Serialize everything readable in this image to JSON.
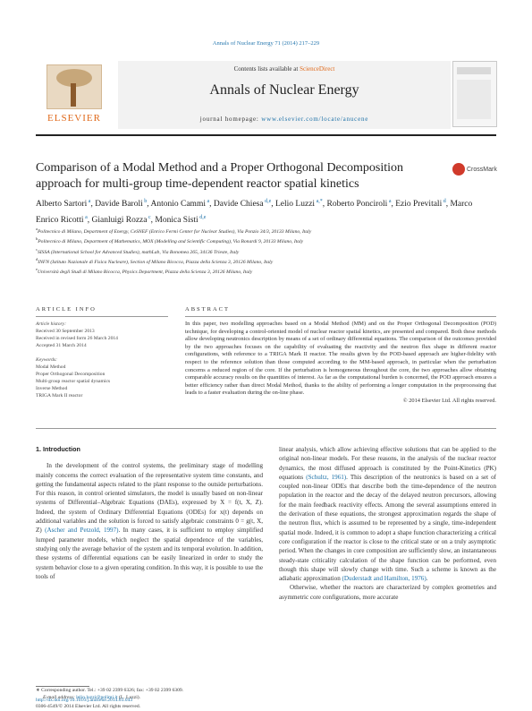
{
  "journal_ref": "Annals of Nuclear Energy 71 (2014) 217–229",
  "header": {
    "publisher_logo_text": "ELSEVIER",
    "contents_prefix": "Contents lists available at ",
    "contents_link": "ScienceDirect",
    "journal_title": "Annals of Nuclear Energy",
    "homepage_prefix": "journal homepage: ",
    "homepage_url": "www.elsevier.com/locate/anucene"
  },
  "crossmark_label": "CrossMark",
  "article_title": "Comparison of a Modal Method and a Proper Orthogonal Decomposition approach for multi-group time-dependent reactor spatial kinetics",
  "authors": [
    {
      "name": "Alberto Sartori",
      "sup": "a"
    },
    {
      "name": "Davide Baroli",
      "sup": "b"
    },
    {
      "name": "Antonio Cammi",
      "sup": "a"
    },
    {
      "name": "Davide Chiesa",
      "sup": "d,e"
    },
    {
      "name": "Lelio Luzzi",
      "sup": "a,*"
    },
    {
      "name": "Roberto Ponciroli",
      "sup": "a"
    },
    {
      "name": "Ezio Previtali",
      "sup": "d"
    },
    {
      "name": "Marco Enrico Ricotti",
      "sup": "a"
    },
    {
      "name": "Gianluigi Rozza",
      "sup": "c"
    },
    {
      "name": "Monica Sisti",
      "sup": "d,e"
    }
  ],
  "affiliations": [
    {
      "sup": "a",
      "text": "Politecnico di Milano, Department of Energy, CeSNEF (Enrico Fermi Center for Nuclear Studies), Via Ponzio 34/3, 20133 Milano, Italy"
    },
    {
      "sup": "b",
      "text": "Politecnico di Milano, Department of Mathematics, MOX (Modelling and Scientific Computing), Via Bonardi 9, 20133 Milano, Italy"
    },
    {
      "sup": "c",
      "text": "SISSA (International School for Advanced Studies), mathLab, Via Bonomea 265, 34136 Trieste, Italy"
    },
    {
      "sup": "d",
      "text": "INFN (Istituto Nazionale di Fisica Nucleare), Section of Milano Bicocca, Piazza della Scienza 3, 20126 Milano, Italy"
    },
    {
      "sup": "e",
      "text": "Università degli Studi di Milano Bicocca, Physics Department, Piazza della Scienza 3, 20126 Milano, Italy"
    }
  ],
  "article_info": {
    "label": "ARTICLE INFO",
    "history_label": "Article history:",
    "history": [
      "Received 30 September 2013",
      "Received in revised form 26 March 2014",
      "Accepted 31 March 2014"
    ],
    "keywords_label": "Keywords:",
    "keywords": [
      "Modal Method",
      "Proper Orthogonal Decomposition",
      "Multi-group reactor spatial dynamics",
      "Inverse Method",
      "TRIGA Mark II reactor"
    ]
  },
  "abstract": {
    "label": "ABSTRACT",
    "text": "In this paper, two modelling approaches based on a Modal Method (MM) and on the Proper Orthogonal Decomposition (POD) technique, for developing a control-oriented model of nuclear reactor spatial kinetics, are presented and compared. Both these methods allow developing neutronics description by means of a set of ordinary differential equations. The comparison of the outcomes provided by the two approaches focuses on the capability of evaluating the reactivity and the neutron flux shape in different reactor configurations, with reference to a TRIGA Mark II reactor. The results given by the POD-based approach are higher-fidelity with respect to the reference solution than those computed according to the MM-based approach, in particular when the perturbation concerns a reduced region of the core. If the perturbation is homogeneous throughout the core, the two approaches allow obtaining comparable accuracy results on the quantities of interest. As far as the computational burden is concerned, the POD approach ensures a better efficiency rather than direct Modal Method, thanks to the ability of performing a longer computation in the preprocessing that leads to a faster evaluation during the on-line phase.",
    "copyright": "© 2014 Elsevier Ltd. All rights reserved."
  },
  "intro": {
    "heading": "1. Introduction",
    "left_para": "In the development of the control systems, the preliminary stage of modelling mainly concerns the correct evaluation of the representative system time constants, and getting the fundamental aspects related to the plant response to the outside perturbations. For this reason, in control oriented simulators, the model is usually based on non-linear systems of Differential–Algebraic Equations (DAEs), expressed by X = f(t, X, Z). Indeed, the system of Ordinary Differential Equations (ODEs) for x(t) depends on additional variables and the solution is forced to satisfy algebraic constraints 0 = g(t, X, Z) ",
    "left_cite1": "(Ascher and Petzold, 1997)",
    "left_para_end": ". In many cases, it is sufficient to employ simplified lumped parameter models, which neglect the spatial dependence of the variables, studying only the average behavior of the system and its temporal evolution. In addition, these systems of differential equations can be easily linearized in order to study the system behavior close to a given operating condition. In this way, it is possible to use the tools of",
    "right_para1_a": "linear analysis, which allow achieving effective solutions that can be applied to the original non-linear models. For these reasons, in the analysis of the nuclear reactor dynamics, the most diffused approach is constituted by the Point-Kinetics (PK) equations ",
    "right_cite1": "(Schultz, 1961)",
    "right_para1_b": ". This description of the neutronics is based on a set of coupled non-linear ODEs that describe both the time-dependence of the neutron population in the reactor and the decay of the delayed neutron precursors, allowing for the main feedback reactivity effects. Among the several assumptions entered in the derivation of these equations, the strongest approximation regards the shape of the neutron flux, which is assumed to be represented by a single, time-independent spatial mode. Indeed, it is common to adopt a shape function characterizing a critical core configuration if the reactor is close to the critical state or on a truly asymptotic period. When the changes in core composition are sufficiently slow, an instantaneous steady-state criticality calculation of the shape function can be performed, even though this shape will slowly change with time. Such a scheme is known as the adiabatic approximation ",
    "right_cite2": "(Duderstadt and Hamilton, 1976)",
    "right_para1_c": ".",
    "right_para2": "Otherwise, whether the reactors are characterized by complex geometries and asymmetric core configurations, more accurate"
  },
  "footnote": {
    "corresponding": "∗  Corresponding author. Tel.: +39 02 2399 6326; fax: +39 02 2399 6309.",
    "email_label": "E-mail address: ",
    "email": "lelio.luzzi@polimi.it",
    "email_suffix": " (L. Luzzi)."
  },
  "doi": "http://dx.doi.org/10.1016/j.anucene.2014.03.043",
  "issn_line": "0306-4549/© 2014 Elsevier Ltd. All rights reserved."
}
